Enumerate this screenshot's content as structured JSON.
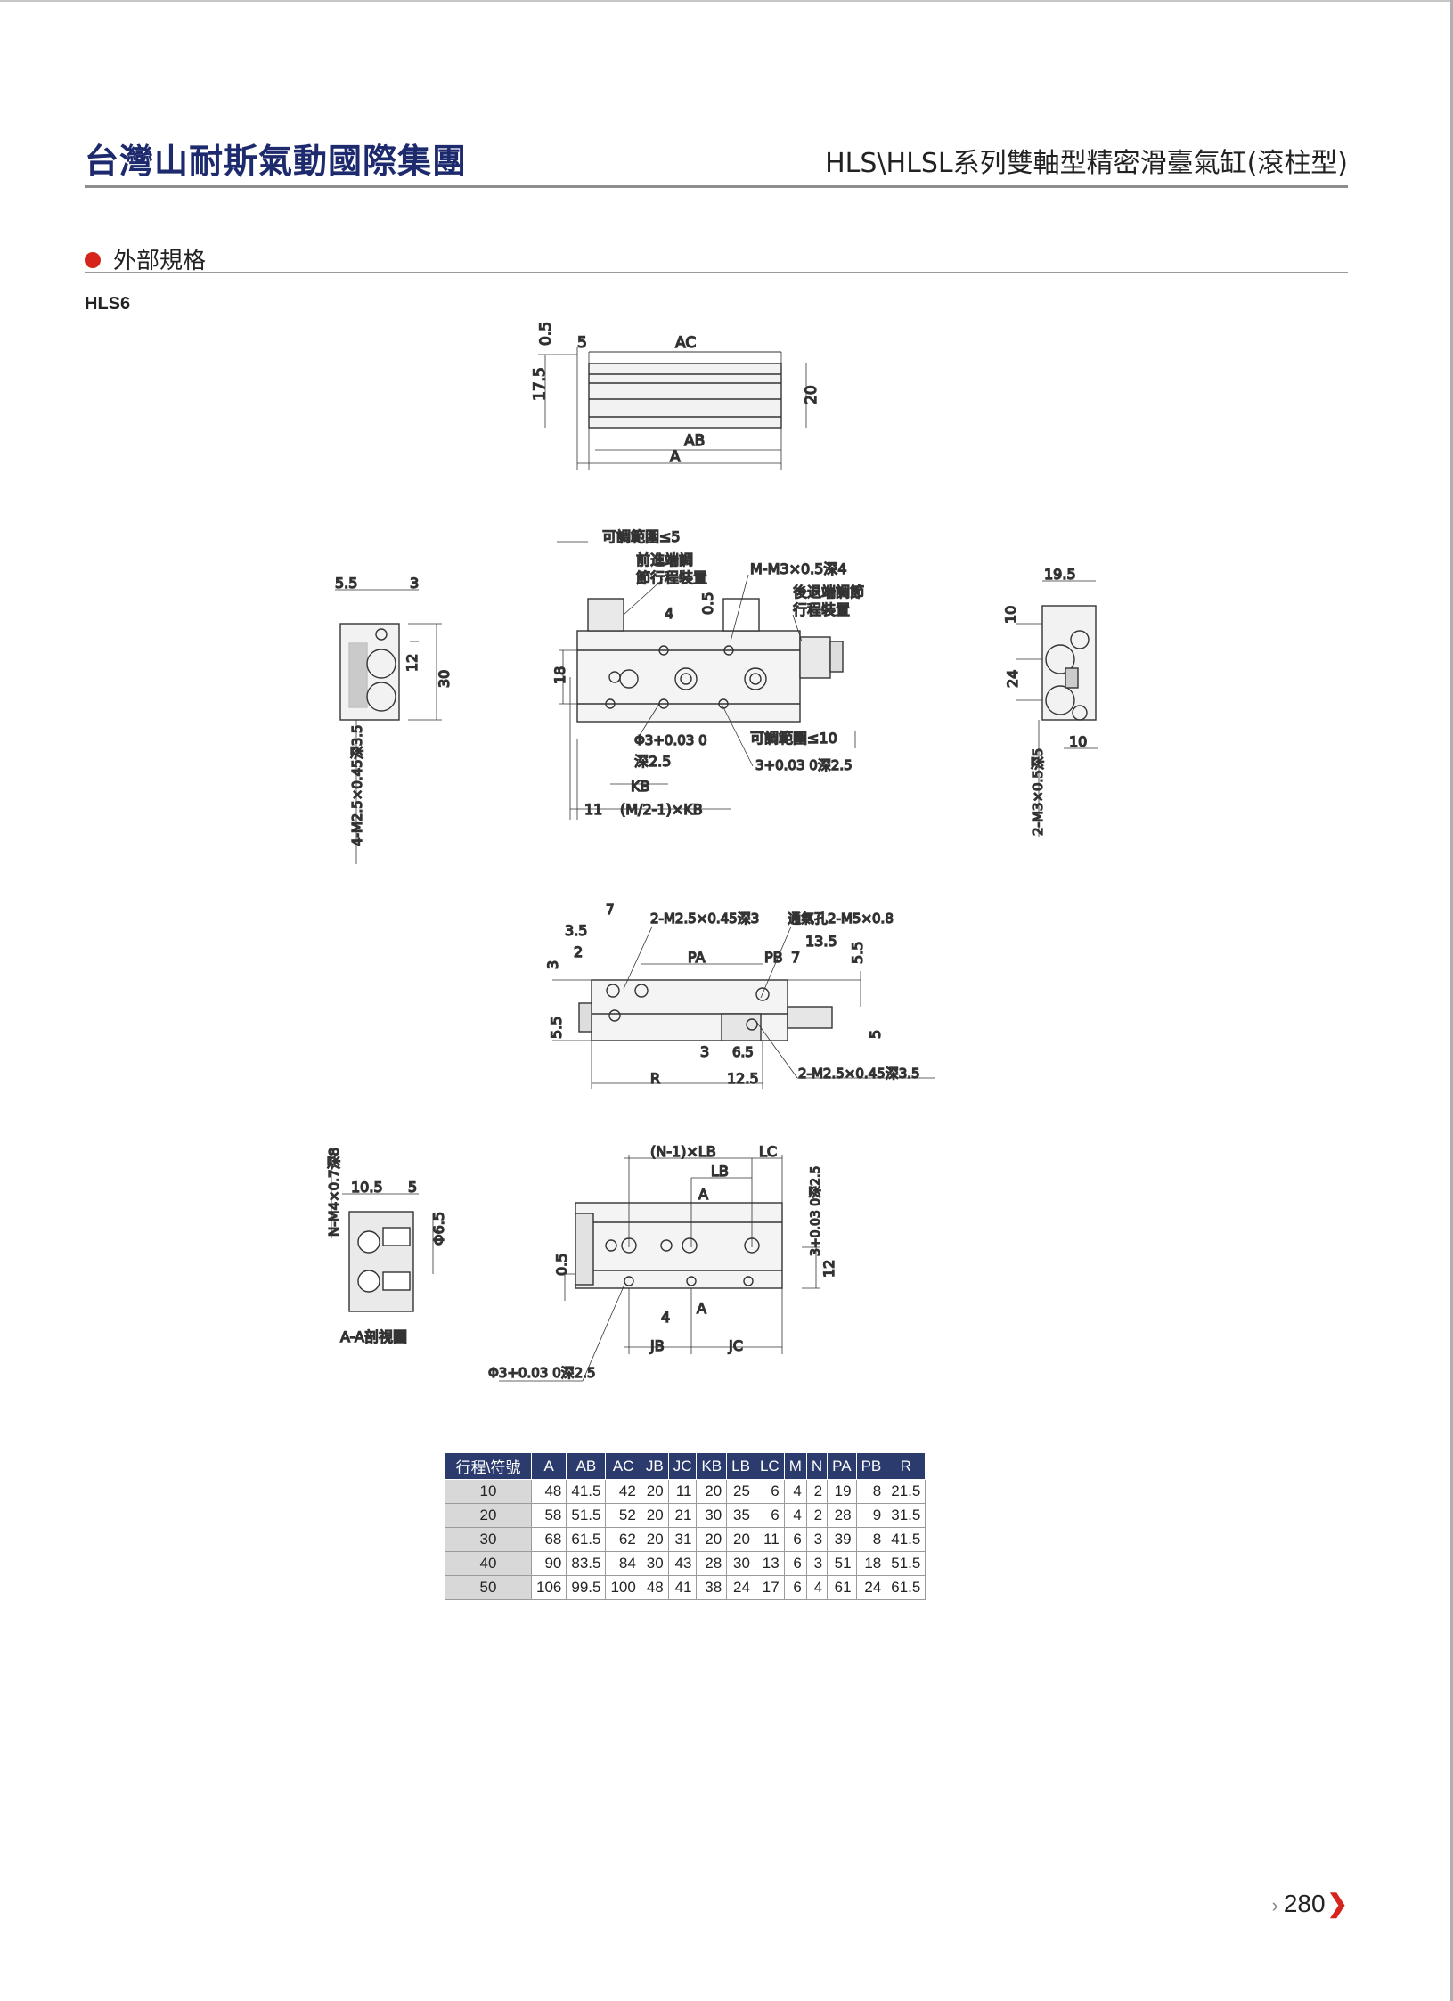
{
  "header": {
    "brand": "台灣山耐斯氣動國際集團",
    "series": "HLS\\HLSL系列雙軸型精密滑臺氣缸(滾柱型)"
  },
  "section_title": "外部規格",
  "model": "HLS6",
  "drawing_labels": {
    "top_view": [
      "0.5",
      "5",
      "AC",
      "17.5",
      "20",
      "AB",
      "A"
    ],
    "front_view": [
      "可調範圍≤5",
      "前進端調",
      "節行程裝置",
      "M-M3×0.5深4",
      "後退端調節",
      "行程裝置",
      "0.5",
      "4",
      "18",
      "Φ3+0.03 0",
      "深2.5",
      "可調範圍≤10",
      "3+0.03 0深2.5",
      "KB",
      "11",
      "(M/2-1)×KB"
    ],
    "left_view": [
      "5.5",
      "3",
      "12",
      "30",
      "4-M2.5×0.45深3.5"
    ],
    "right_view": [
      "19.5",
      "10",
      "24",
      "10",
      "2-M3×0.5深5"
    ],
    "bottom_view": [
      "7",
      "3.5",
      "2-M2.5×0.45深3",
      "通氣孔2-M5×0.8",
      "2",
      "PA",
      "PB",
      "7",
      "13.5",
      "3",
      "5.5",
      "5.5",
      "5",
      "3",
      "6.5",
      "R",
      "12.5",
      "2-M2.5×0.45深3.5"
    ],
    "section_view": [
      "N-M4×0.7深8",
      "10.5",
      "5",
      "Φ6.5",
      "A-A剖視圖"
    ],
    "side_view": [
      "(N-1)×LB",
      "LC",
      "LB",
      "A",
      "3+0.03 0深2.5",
      "0.5",
      "12",
      "4",
      "A",
      "JB",
      "JC",
      "Φ3+0.03 0深2.5"
    ]
  },
  "table": {
    "headers": [
      "行程\\符號",
      "A",
      "AB",
      "AC",
      "JB",
      "JC",
      "KB",
      "LB",
      "LC",
      "M",
      "N",
      "PA",
      "PB",
      "R"
    ],
    "rows": [
      [
        "10",
        "48",
        "41.5",
        "42",
        "20",
        "11",
        "20",
        "25",
        "6",
        "4",
        "2",
        "19",
        "8",
        "21.5"
      ],
      [
        "20",
        "58",
        "51.5",
        "52",
        "20",
        "21",
        "30",
        "35",
        "6",
        "4",
        "2",
        "28",
        "9",
        "31.5"
      ],
      [
        "30",
        "68",
        "61.5",
        "62",
        "20",
        "31",
        "20",
        "20",
        "11",
        "6",
        "3",
        "39",
        "8",
        "41.5"
      ],
      [
        "40",
        "90",
        "83.5",
        "84",
        "30",
        "43",
        "28",
        "30",
        "13",
        "6",
        "3",
        "51",
        "18",
        "51.5"
      ],
      [
        "50",
        "106",
        "99.5",
        "100",
        "48",
        "41",
        "38",
        "24",
        "17",
        "6",
        "4",
        "61",
        "24",
        "61.5"
      ]
    ]
  },
  "page_number": "280"
}
